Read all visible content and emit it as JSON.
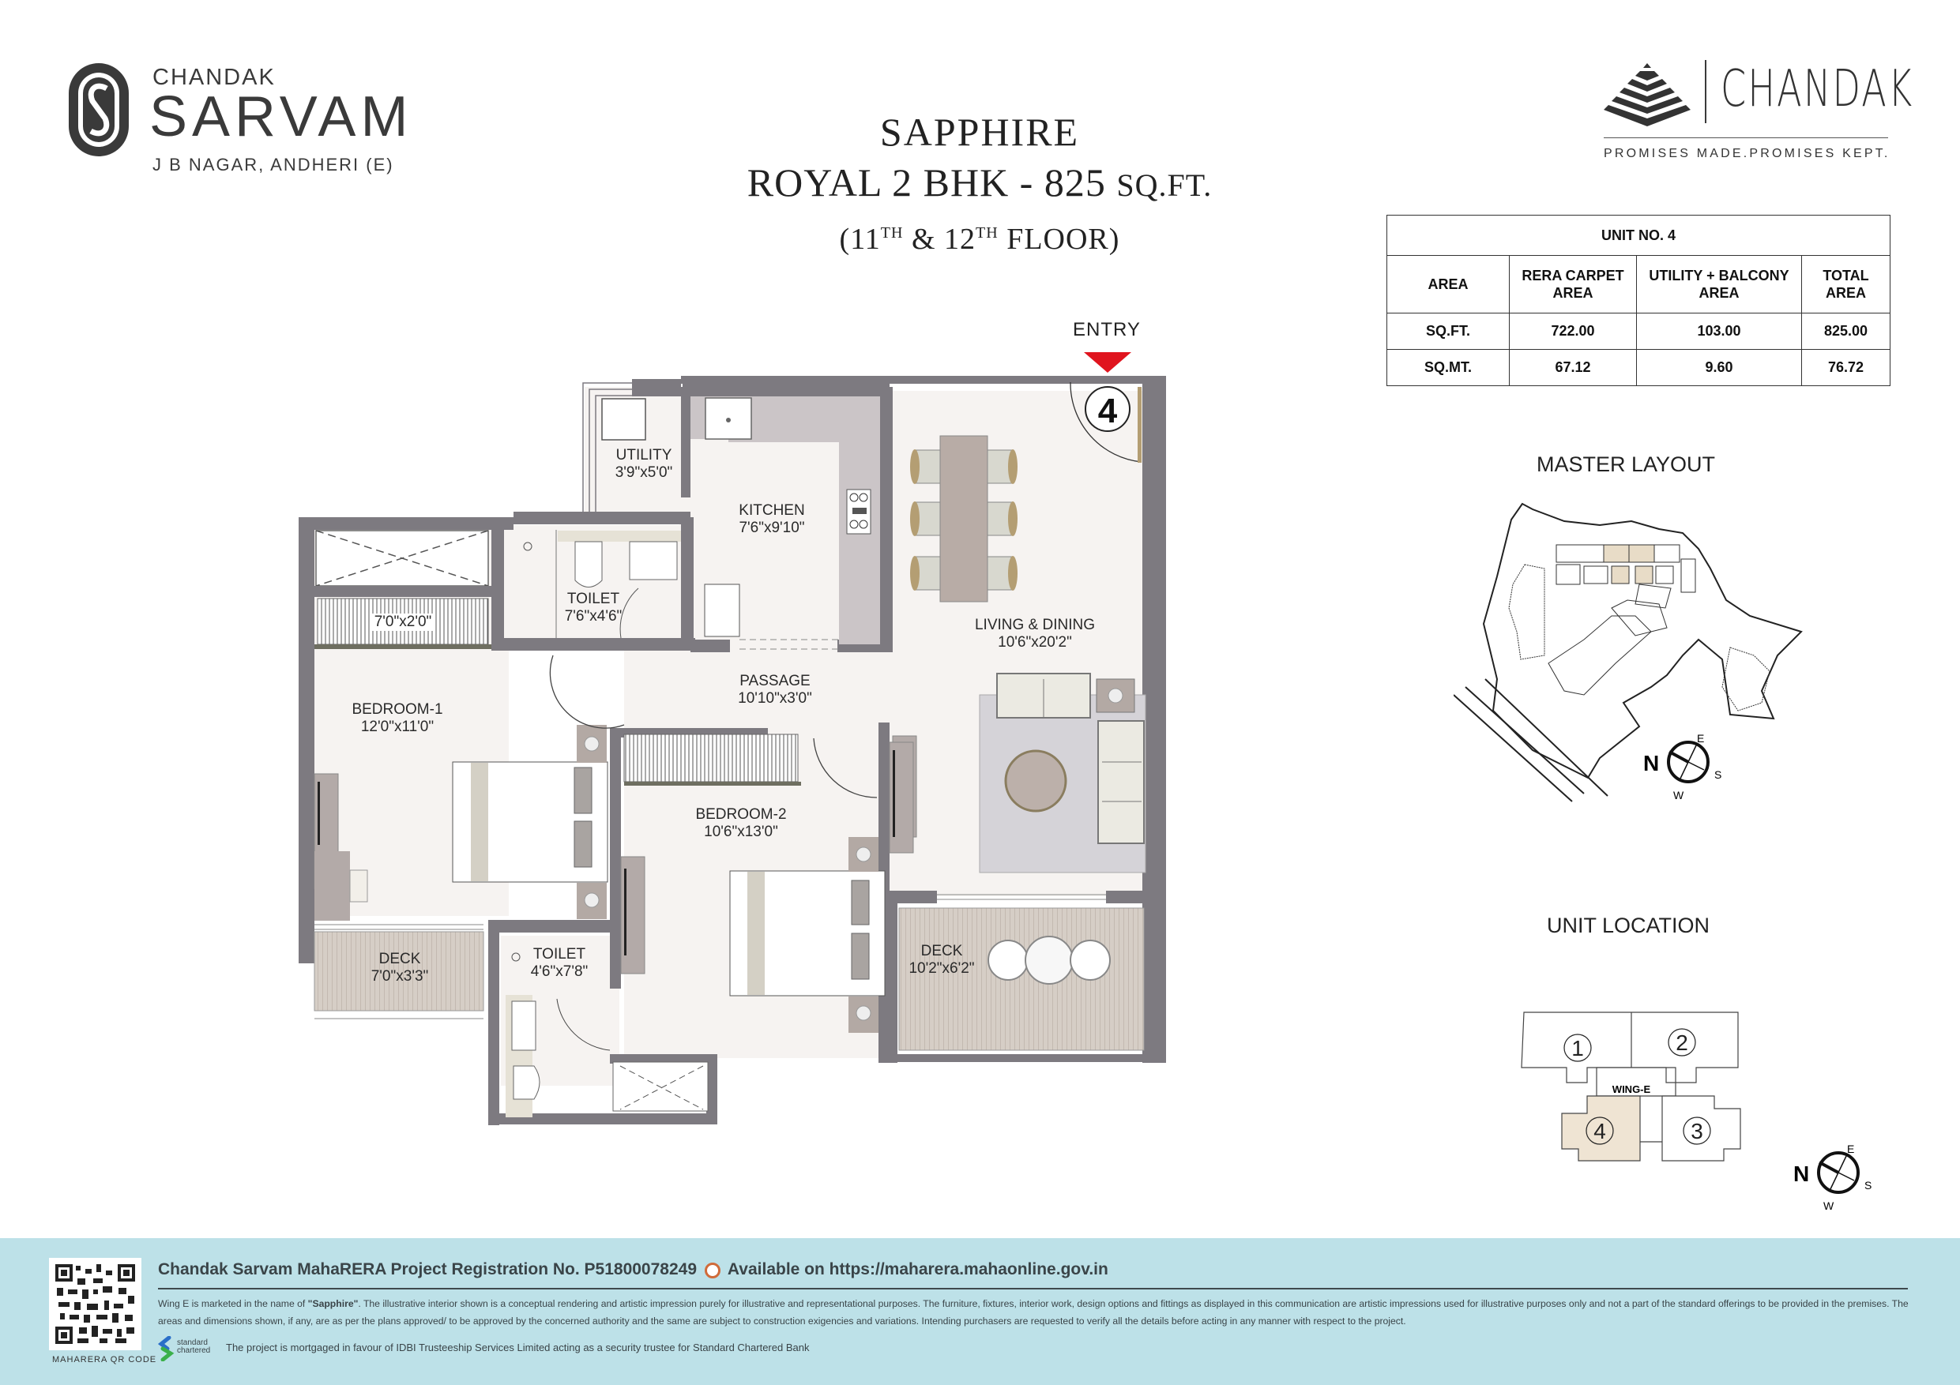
{
  "brand_left": {
    "company": "CHANDAK",
    "project": "SARVAM",
    "location": "J B NAGAR, ANDHERI (E)"
  },
  "title": {
    "wing_name": "SAPPHIRE",
    "unit_type": "ROYAL 2 BHK - 825",
    "unit_suffix": "SQ.FT.",
    "floors_prefix": "(11",
    "floors_sup1": "TH",
    "floors_mid": " & 12",
    "floors_sup2": "TH",
    "floors_suffix": " FLOOR)"
  },
  "brand_right": {
    "name": "CHANDAK",
    "tagline": "PROMISES MADE.PROMISES KEPT."
  },
  "area_table": {
    "title": "UNIT NO. 4",
    "columns": [
      "AREA",
      "RERA CARPET AREA",
      "UTILITY + BALCONY AREA",
      "TOTAL AREA"
    ],
    "col_lines": [
      [
        "AREA"
      ],
      [
        "RERA CARPET",
        "AREA"
      ],
      [
        "UTILITY + BALCONY",
        "AREA"
      ],
      [
        "TOTAL",
        "AREA"
      ]
    ],
    "rows": [
      {
        "unit": "SQ.FT.",
        "rera_carpet": "722.00",
        "utility_balcony": "103.00",
        "total": "825.00"
      },
      {
        "unit": "SQ.MT.",
        "rera_carpet": "67.12",
        "utility_balcony": "9.60",
        "total": "76.72"
      }
    ]
  },
  "floor_plan": {
    "entry_label": "ENTRY",
    "unit_number": "4",
    "rooms": [
      {
        "name": "UTILITY",
        "size": "3'9\"x5'0\""
      },
      {
        "name": "KITCHEN",
        "size": "7'6\"x9'10\""
      },
      {
        "name": "TOILET",
        "size": "7'6\"x4'6\""
      },
      {
        "name": "",
        "size": "7'0\"x2'0\""
      },
      {
        "name": "LIVING & DINING",
        "size": "10'6\"x20'2\""
      },
      {
        "name": "PASSAGE",
        "size": "10'10\"x3'0\""
      },
      {
        "name": "BEDROOM-1",
        "size": "12'0\"x11'0\""
      },
      {
        "name": "BEDROOM-2",
        "size": "10'6\"x13'0\""
      },
      {
        "name": "DECK",
        "size": "7'0\"x3'3\""
      },
      {
        "name": "TOILET",
        "size": "4'6\"x7'8\""
      },
      {
        "name": "DECK",
        "size": "10'2\"x6'2\""
      }
    ]
  },
  "master_layout": {
    "label": "MASTER LAYOUT",
    "compass": {
      "n": "N",
      "e": "E",
      "s": "S",
      "w": "W"
    }
  },
  "unit_location": {
    "label": "UNIT LOCATION",
    "wing": "WING-E",
    "units": [
      "1",
      "2",
      "3",
      "4"
    ],
    "highlighted_unit": "4",
    "compass": {
      "n": "N",
      "e": "E",
      "s": "S",
      "w": "W"
    }
  },
  "footer": {
    "qr_label": "MAHARERA QR CODE",
    "registration_prefix": "Chandak Sarvam MahaRERA Project Registration No. P51800078249",
    "registration_suffix": "Available on https://maharera.mahaonline.gov.in",
    "disclaimer_part1": "Wing E is marketed in the name of ",
    "disclaimer_bold": "\"Sapphire\"",
    "disclaimer_part2": ". The illustrative interior shown is a conceptual rendering and artistic impression purely for illustrative and representational purposes. The furniture, fixtures, interior work, design options and fittings as displayed in this communication are artistic impressions used for illustrative purposes only and not a part of the standard offerings to be provided in the premises. The areas and dimensions shown, if any, are as per the plans approved/ to be approved by the concerned authority and the same are subject to construction exigencies and variations. Intending purchasers are requested to verify all the details before acting in any manner with respect to the project.",
    "bank_logo_line1": "standard",
    "bank_logo_line2": "chartered",
    "mortgage_text": "The project is mortgaged in favour of IDBI Trusteeship Services Limited acting as a security trustee for Standard Chartered Bank"
  },
  "colors": {
    "wall": "#7d7a80",
    "floor": "#f6f3f1",
    "deck": "#d8d0c8",
    "entry_arrow": "#e0141e",
    "highlight": "#efe4d3",
    "footer_bg": "#bde1e8"
  }
}
